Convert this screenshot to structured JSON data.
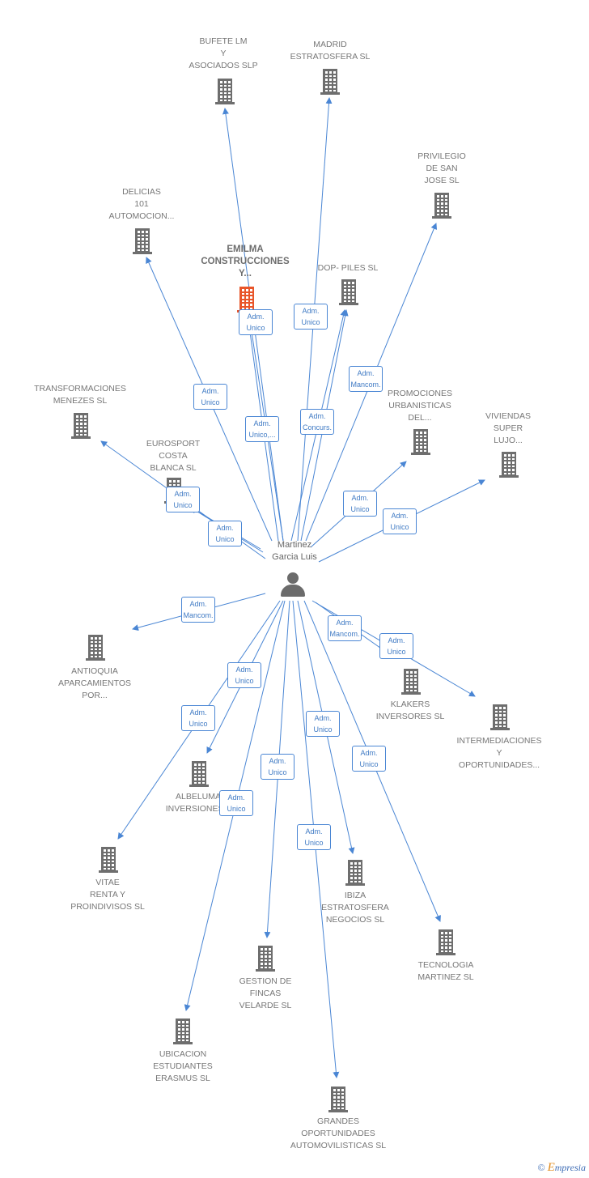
{
  "center": {
    "label": "Martinez\nGarcia Luis"
  },
  "nodes": [
    {
      "id": "bufete",
      "label": "BUFETE LM\nY\nASOCIADOS SLP",
      "highlight": false
    },
    {
      "id": "madrid",
      "label": "MADRID\nESTRATOSFERA SL",
      "highlight": false
    },
    {
      "id": "privilegio",
      "label": "PRIVILEGIO\nDE SAN\nJOSE SL",
      "highlight": false
    },
    {
      "id": "delicias",
      "label": "DELICIAS\n101\nAUTOMOCION...",
      "highlight": false
    },
    {
      "id": "emilma",
      "label": "EMILMA\nCONSTRUCCIONES\nY...",
      "highlight": true
    },
    {
      "id": "dop",
      "label": "DOP- PILES SL",
      "highlight": false
    },
    {
      "id": "transformaciones",
      "label": "TRANSFORMACIONES\nMENEZES SL",
      "highlight": false
    },
    {
      "id": "promociones",
      "label": "PROMOCIONES\nURBANISTICAS\nDEL...",
      "highlight": false
    },
    {
      "id": "viviendas",
      "label": "VIVIENDAS\nSUPER\nLUJO...",
      "highlight": false
    },
    {
      "id": "eurosport",
      "label": "EUROSPORT\nCOSTA\nBLANCA SL",
      "highlight": false
    },
    {
      "id": "antioquia",
      "label": "ANTIOQUIA\nAPARCAMIENTOS\nPOR...",
      "highlight": false
    },
    {
      "id": "klakers",
      "label": "KLAKERS\nINVERSORES SL",
      "highlight": false
    },
    {
      "id": "intermediaciones",
      "label": "INTERMEDIACIONES\nY\nOPORTUNIDADES...",
      "highlight": false
    },
    {
      "id": "albeluma",
      "label": "ALBELUMA\nINVERSIONES...",
      "highlight": false
    },
    {
      "id": "vitae",
      "label": "VITAE\nRENTA Y\nPROINDIVISOS SL",
      "highlight": false
    },
    {
      "id": "ibiza",
      "label": "IBIZA\nESTRATOSFERA\nNEGOCIOS SL",
      "highlight": false
    },
    {
      "id": "tecnologia",
      "label": "TECNOLOGIA\nMARTINEZ SL",
      "highlight": false
    },
    {
      "id": "gestion",
      "label": "GESTION DE\nFINCAS\nVELARDE SL",
      "highlight": false
    },
    {
      "id": "ubicacion",
      "label": "UBICACION\nESTUDIANTES\nERASMUS SL",
      "highlight": false
    },
    {
      "id": "grandes",
      "label": "GRANDES\nOPORTUNIDADES\nAUTOMOVILISTICAS SL",
      "highlight": false
    }
  ],
  "badges": [
    {
      "id": "b1",
      "text": "Adm.\nUnico"
    },
    {
      "id": "b2",
      "text": "Adm.\nUnico"
    },
    {
      "id": "b3",
      "text": "Adm.\nUnico"
    },
    {
      "id": "b4",
      "text": "Adm.\nMancom."
    },
    {
      "id": "b5",
      "text": "Adm.\nUnico,..."
    },
    {
      "id": "b6",
      "text": "Adm.\nConcurs."
    },
    {
      "id": "b7",
      "text": "Adm.\nUnico"
    },
    {
      "id": "b8",
      "text": "Adm.\nUnico"
    },
    {
      "id": "b9",
      "text": "Adm.\nUnico"
    },
    {
      "id": "b10",
      "text": "Adm.\nMancom."
    },
    {
      "id": "b11",
      "text": "Adm.\nUnico"
    },
    {
      "id": "b12",
      "text": "Adm.\nMancom."
    },
    {
      "id": "b13",
      "text": "Adm.\nUnico"
    },
    {
      "id": "b14",
      "text": "Adm.\nUnico"
    },
    {
      "id": "b15",
      "text": "Adm.\nUnico"
    },
    {
      "id": "b16",
      "text": "Adm.\nUnico"
    },
    {
      "id": "b17",
      "text": "Adm.\nUnico"
    },
    {
      "id": "b18",
      "text": "Adm.\nUnico"
    },
    {
      "id": "b19",
      "text": "Adm.\nUnico"
    },
    {
      "id": "b20",
      "text": "Adm.\nUnico"
    }
  ],
  "colors": {
    "edge": "#4a86d4",
    "building": "#6e6e6e",
    "building_highlight": "#e8552a",
    "label": "#777777"
  },
  "footer": {
    "copyright": "©",
    "brand_initial": "E",
    "brand_rest": "mpresia"
  }
}
